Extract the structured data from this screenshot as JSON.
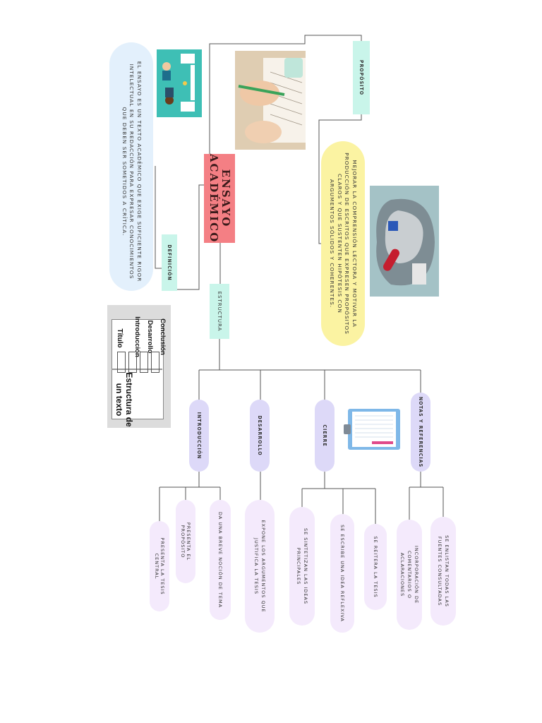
{
  "title": "Ensayo Académico",
  "definicion": {
    "label": "Definición",
    "text": "El ensayo es un texto académico que exige suficiente rigor intelectual en su redacción para expresar conocimientos que deben ser sometidos a crítica."
  },
  "proposito": {
    "label": "Propósito",
    "text": "Mejorar la comprensión lectora y motivar la producción de escritos que expresen propósitos claros y que sustenten hipótesis con argumentos sólidos y coherentes."
  },
  "estructura": {
    "label": "Estructura",
    "book_cover": "Estructura de un texto",
    "book_items": [
      "Título",
      "Introducción",
      "Desarrollo",
      "Conclusión"
    ]
  },
  "sections": [
    {
      "label": "Introducción",
      "children": [
        "Presenta la tesis central",
        "Presenta el propósito",
        "Da una breve noción de tema"
      ]
    },
    {
      "label": "Desarrollo",
      "children": [
        "Expone los argumentos que justifica la tesis"
      ]
    },
    {
      "label": "Cierre",
      "children": [
        "Se sintetizan las ideas principales",
        "Se escribe una idea reflexiva",
        "Se reitera la tesis"
      ]
    },
    {
      "label": "Notas y referencias",
      "children": [
        "Incorporación de comentarios o aclaraciones",
        "Se enlistan todas las fuentes consultadas"
      ]
    }
  ],
  "colors": {
    "title_bg": "#f47f84",
    "mint": "#c9f5ea",
    "lavender": "#ddd9f8",
    "pill": "#f4eafc",
    "def_oval": "#e3f0fc",
    "prop_oval": "#fbf3a2",
    "line": "#555555"
  }
}
